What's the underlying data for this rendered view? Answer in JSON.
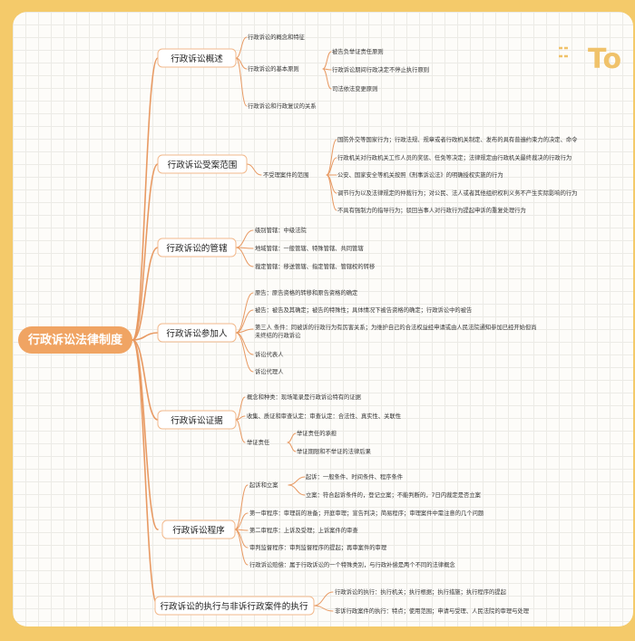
{
  "colors": {
    "root": "#f0a463",
    "branch": "#e89a63",
    "border": "#f2b98c",
    "text": "#333333",
    "brand": "#f4ca6a"
  },
  "logo": {
    "text": "To"
  },
  "root": {
    "label": "行政诉讼法律制度"
  },
  "branches": [
    {
      "label": "行政诉讼概述",
      "children": [
        {
          "label": "行政诉讼的概念和特征"
        },
        {
          "label": "行政诉讼的基本原则",
          "children": [
            {
              "label": "被告负举证责任原则"
            },
            {
              "label": "行政诉讼期间行政决定不停止执行原则"
            },
            {
              "label": "司法依法变更原则"
            }
          ]
        },
        {
          "label": "行政诉讼和行政复议的关系"
        }
      ]
    },
    {
      "label": "行政诉讼受案范围",
      "children": [
        {
          "label": "不受理案件的范围",
          "children": [
            {
              "label": "国防外交等国家行为；行政法规、规章或者行政机关制定、发布的具有普遍约束力的决定、命令"
            },
            {
              "label": "行政机关对行政机关工作人员的奖惩、任免等决定；法律规定由行政机关最终裁决的行政行为"
            },
            {
              "label": "公安、国家安全等机关按照《刑事诉讼法》的明确授权实施的行为"
            },
            {
              "label": "调节行为以及法律规定的仲裁行为；对公民、法人或者其他组织权利义务不产生实际影响的行为"
            },
            {
              "label": "不具有强制力的指导行为；驳回当事人对行政行为提起申诉的重复处理行为"
            }
          ]
        }
      ]
    },
    {
      "label": "行政诉讼的管辖",
      "children": [
        {
          "label": "级别管辖：中级法院"
        },
        {
          "label": "地域管辖：一般管辖、特殊管辖、共同管辖"
        },
        {
          "label": "裁定管辖：移送管辖、指定管辖、管辖权的转移"
        }
      ]
    },
    {
      "label": "行政诉讼参加人",
      "children": [
        {
          "label": "原告：原告资格的转移和原告资格的确定"
        },
        {
          "label": "被告：被告及其确定；被告的特殊性；具体情况下被告资格的确定；行政诉讼中的被告"
        },
        {
          "label": "第三人 条件：同被诉的行政行为有厉害关系；为维护自己的合法权益经申请或由人民法院通知参加已经开始但尚",
          "label2": "未终结的行政诉讼"
        },
        {
          "label": "诉讼代表人"
        },
        {
          "label": "诉讼代理人"
        }
      ]
    },
    {
      "label": "行政诉讼证据",
      "children": [
        {
          "label": "概念和种类：现场笔录是行政诉讼特有的证据"
        },
        {
          "label": "收集、质证和审查认定：审查认定：合法性、真实性、关联性"
        },
        {
          "label": "举证责任",
          "children": [
            {
              "label": "举证责任的承担"
            },
            {
              "label": "举证期限和不举证的法律后果"
            }
          ]
        }
      ]
    },
    {
      "label": "行政诉讼程序",
      "children": [
        {
          "label": "起诉和立案",
          "children": [
            {
              "label": "起诉：一般条件、时间条件、程序条件"
            },
            {
              "label": "立案：符合起诉条件的，登记立案；不能判断的，7日内裁定是否立案"
            }
          ]
        },
        {
          "label": "第一审程序：审理前的准备；开庭审理；宣告判决；简易程序；审理案件中需注意的几个问题"
        },
        {
          "label": "第二审程序：上诉及受理；上诉案件的审查"
        },
        {
          "label": "审判监督程序：审判监督程序的提起；再审案件的审理"
        },
        {
          "label": "行政诉讼赔偿：属于行政诉讼的一个特殊类别，与行政补偿是两个不同的法律概念"
        }
      ]
    },
    {
      "label": "行政诉讼的执行与非诉行政案件的执行",
      "children": [
        {
          "label": "行政诉讼的执行：执行机关；执行根据；执行措施；执行程序的提起"
        },
        {
          "label": "非诉行政案件的执行：特点；使用范围；申请与受理、人民法院的审理与处理"
        }
      ]
    }
  ]
}
